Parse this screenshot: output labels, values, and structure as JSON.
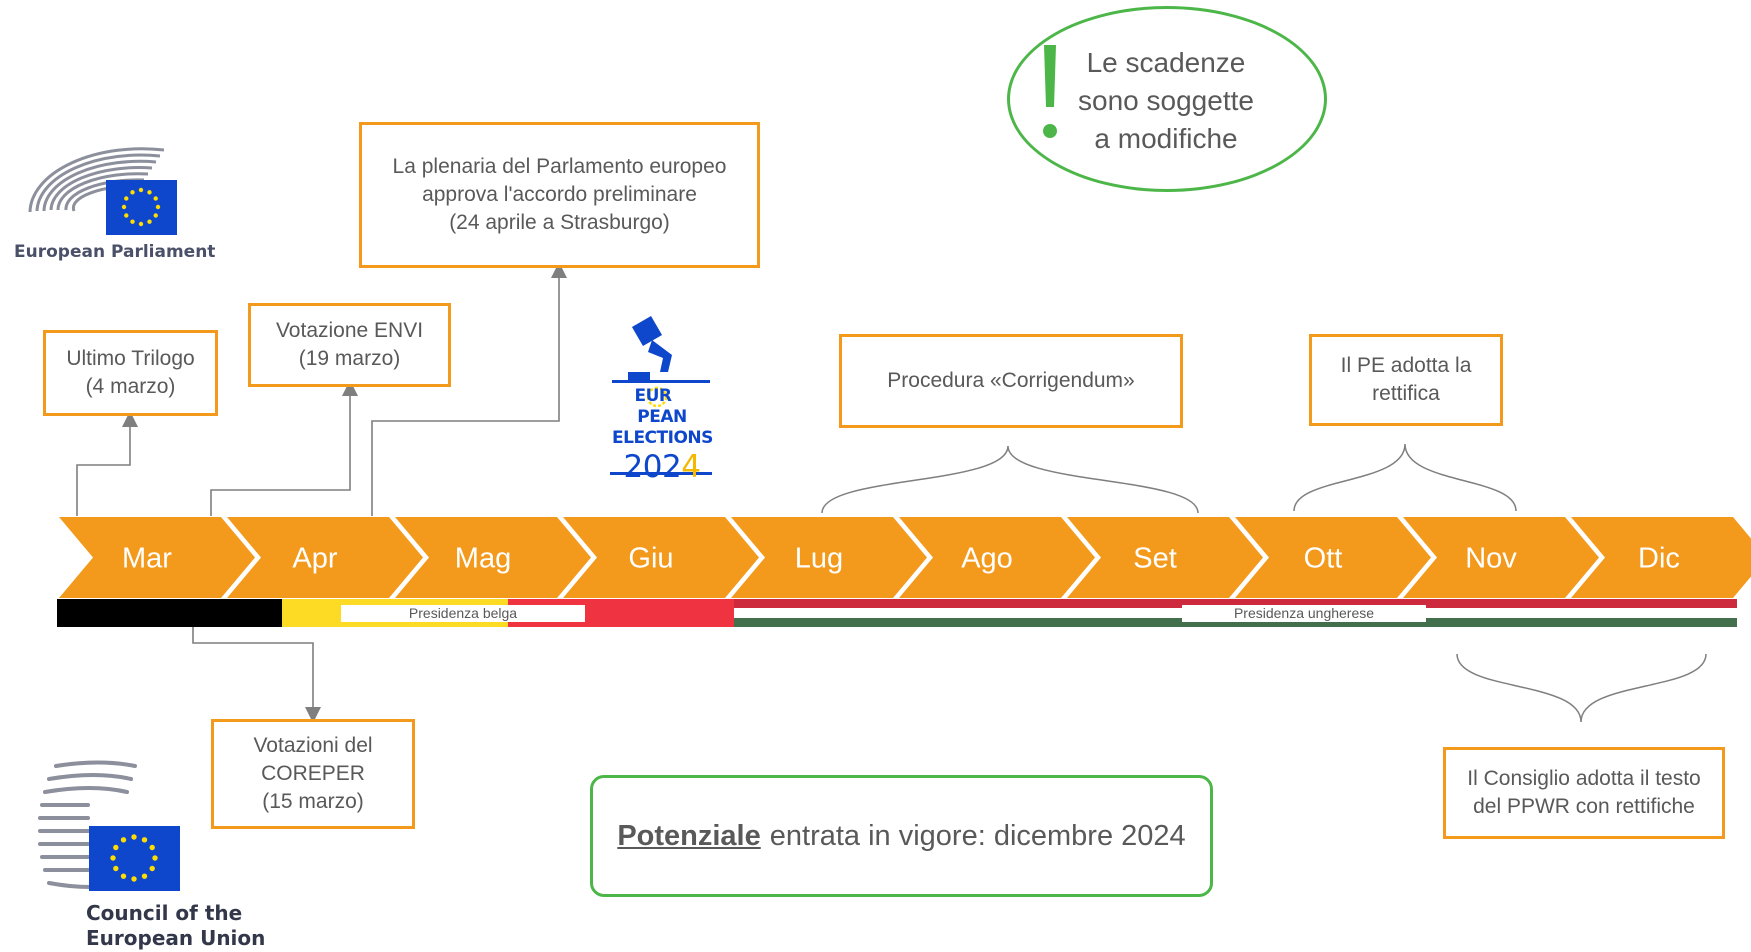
{
  "timeline": {
    "months": [
      "Mar",
      "Apr",
      "Mag",
      "Giu",
      "Lug",
      "Ago",
      "Set",
      "Ott",
      "Nov",
      "Dic"
    ],
    "presidencies": [
      {
        "label": "Presidenza belga",
        "colors": [
          "#000000",
          "#FDDA24",
          "#EF3340"
        ]
      },
      {
        "label": "Presidenza ungherese",
        "colors": [
          "#CD2A3E",
          "#FFFFFF",
          "#436F4D"
        ]
      }
    ],
    "arrow_color": "#F39A1C"
  },
  "events": {
    "trilogo": "Ultimo Trilogo\n(4 marzo)",
    "envi": "Votazione ENVI\n(19 marzo)",
    "plenaria": "La plenaria del Parlamento europeo\napprova l'accordo preliminare\n(24 aprile a Strasburgo)",
    "coreper": "Votazioni del\nCOREPER\n(15 marzo)",
    "corrigendum": "Procedura «Corrigendum»",
    "pe_rettifica": "Il PE adotta la\nrettifica",
    "consiglio": "Il Consiglio adotta il testo\ndel PPWR con rettifiche"
  },
  "note": {
    "text": "Le scadenze\nsono soggette\na modifiche",
    "color": "#4CB648"
  },
  "entry_into_force": {
    "emphasis": "Potenziale",
    "rest": "entrata in vigore: dicembre 2024"
  },
  "logos": {
    "parliament": "European Parliament",
    "council_line1": "Council of the",
    "council_line2": "European Union",
    "elections_line1a": "EUR",
    "elections_line1b": "PEAN",
    "elections_line2": "ELECTIONS",
    "elections_year_a": "20",
    "elections_year_b": "2",
    "elections_year_c": "4",
    "eu_blue": "#0E47CB",
    "eu_gold": "#FFDD00"
  }
}
